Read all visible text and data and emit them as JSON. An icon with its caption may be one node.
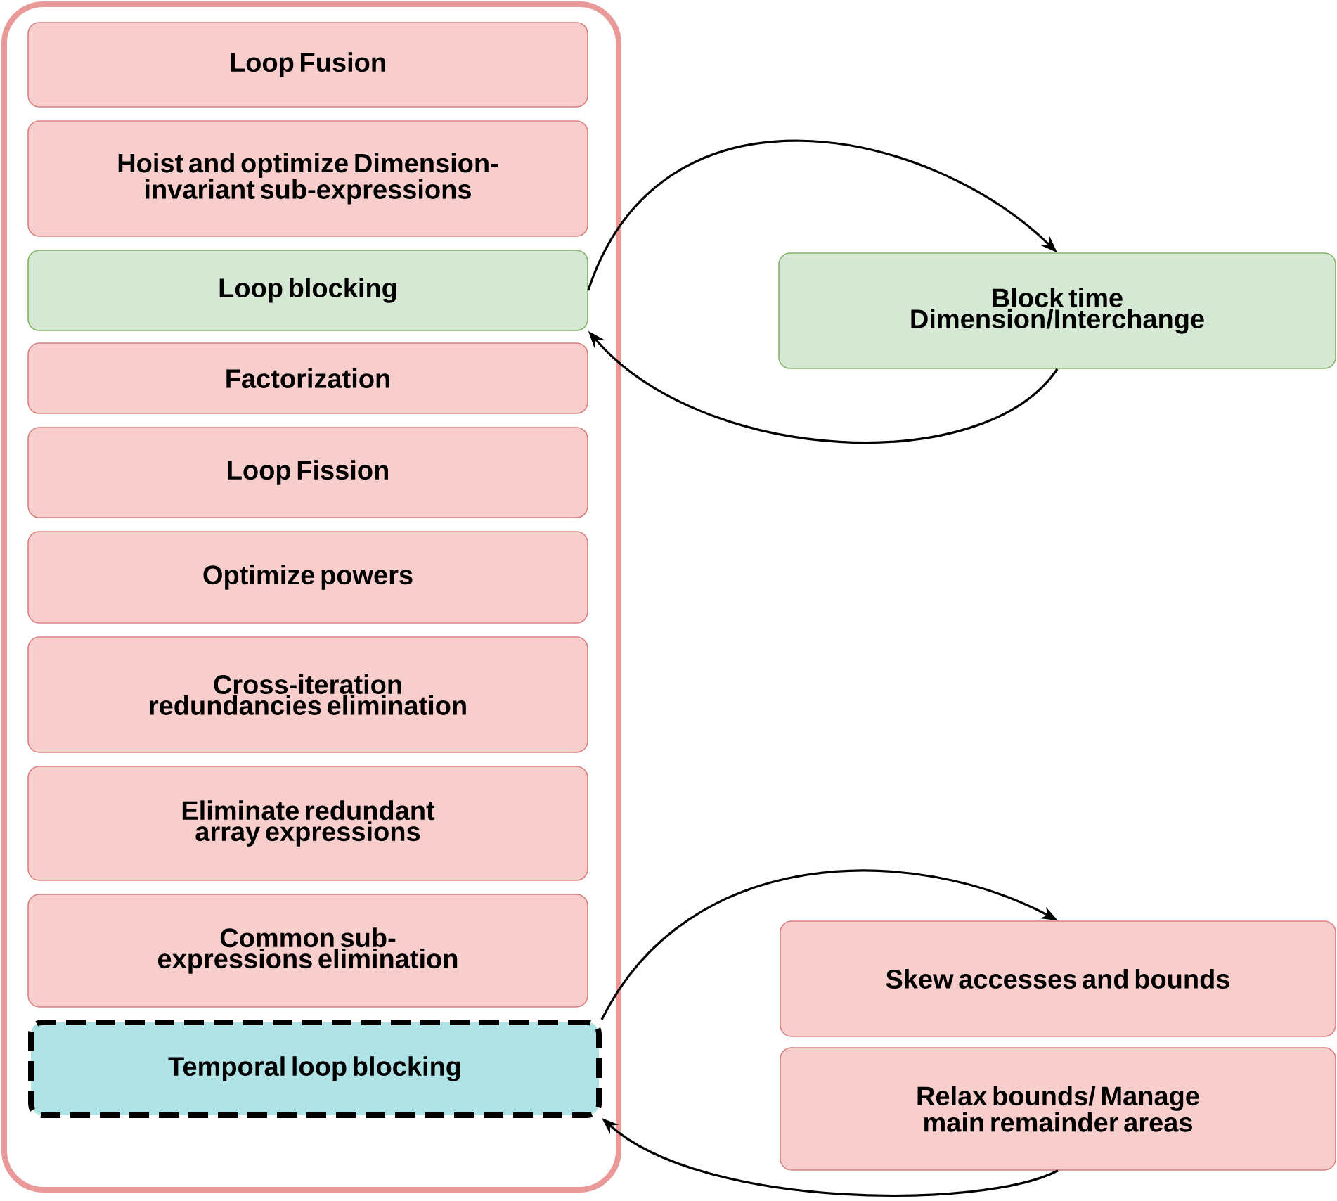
{
  "diagram": {
    "nodes": [
      {
        "text": [],
        "shape": "box"
      },
      {
        "text": [
          "Loop Fusion"
        ],
        "in": 0
      },
      {
        "text": [
          "Hoist and optimize Dimension-invariant sub-expressions"
        ],
        "in": 0
      },
      {
        "text": [
          "Loop blocking"
        ],
        "in": 0
      },
      {
        "text": [
          "Factorization"
        ],
        "in": 0
      },
      {
        "text": [
          "Loop Fission"
        ],
        "in": 0
      },
      {
        "text": [
          "Optimize powers"
        ],
        "in": 0
      },
      {
        "text": [
          "Cross-iteration redundancies elimination"
        ],
        "in": 0
      },
      {
        "text": [
          "Eliminate redundant array expressions"
        ],
        "in": 0
      },
      {
        "text": [
          "Common sub-expressions elimination"
        ],
        "in": 0
      },
      {
        "text": [
          "Temporal loop blocking"
        ],
        "in": 0
      },
      {
        "text": [
          "Block time Dimension/Interchange"
        ]
      },
      {
        "text": [
          "Skew accesses and bounds"
        ]
      },
      {
        "text": [
          "Relax bounds/ Manage main remainder areas"
        ]
      }
    ],
    "edges": [
      {
        "from": 3,
        "to": 11,
        "arrow": "to"
      },
      {
        "from": 11,
        "to": 3,
        "arrow": "to"
      },
      {
        "from": 10,
        "to": 12,
        "arrow": "to"
      },
      {
        "from": 13,
        "to": 10,
        "arrow": "to"
      }
    ]
  }
}
